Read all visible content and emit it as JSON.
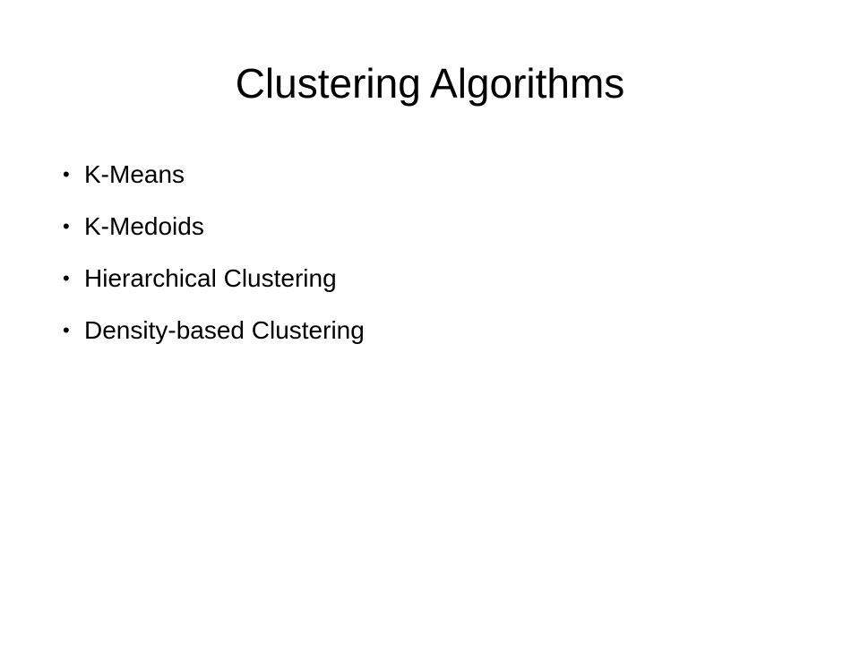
{
  "slide": {
    "title": "Clustering Algorithms",
    "bullet_symbol": "•",
    "bullets": [
      "K-Means",
      "K-Medoids",
      "Hierarchical Clustering",
      "Density-based Clustering"
    ]
  }
}
